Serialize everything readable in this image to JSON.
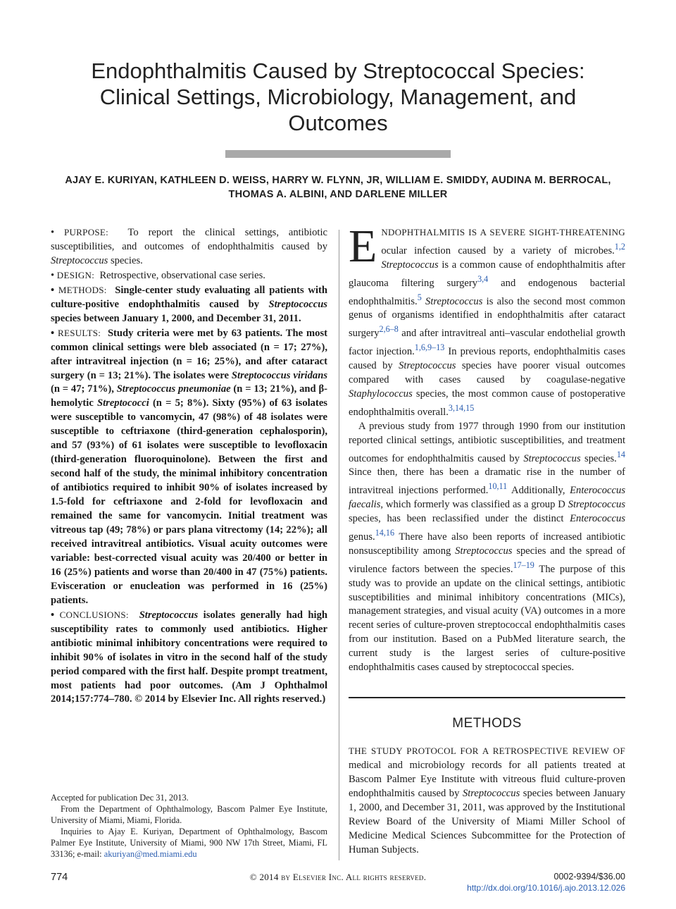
{
  "header": {
    "title_line1": "Endophthalmitis Caused by Streptococcal Species:",
    "title_line2": "Clinical Settings, Microbiology, Management, and",
    "title_line3": "Outcomes",
    "authors_line1": "AJAY E. KURIYAN, KATHLEEN D. WEISS, HARRY W. FLYNN, JR, WILLIAM E. SMIDDY, AUDINA M. BERROCAL,",
    "authors_line2": "THOMAS A. ALBINI, AND DARLENE MILLER"
  },
  "abstract": {
    "purpose_label": "PURPOSE:",
    "purpose_text_a": "To report the clinical settings, antibiotic susceptibilities, and outcomes of endophthalmitis caused by ",
    "purpose_italic": "Streptococcus",
    "purpose_text_b": " species.",
    "design_label": "DESIGN:",
    "design_text": "Retrospective, observational case series.",
    "methods_label": "METHODS:",
    "methods_text_a": "Single-center study evaluating all patients with culture-positive endophthalmitis caused by ",
    "methods_italic": "Streptococcus",
    "methods_text_b": " species between January 1, 2000, and December 31, 2011.",
    "results_label": "RESULTS:",
    "results_text_a": "Study criteria were met by 63 patients. The most common clinical settings were bleb associated (n = 17; 27%), after intravitreal injection (n = 16; 25%), and after cataract surgery (n = 13; 21%). The isolates were ",
    "results_italic_1": "Streptococcus viridans",
    "results_text_b": " (n = 47; 71%), ",
    "results_italic_2": "Streptococcus pneumoniae",
    "results_text_c": " (n = 13; 21%), and β-hemolytic ",
    "results_italic_3": "Streptococci",
    "results_text_d": " (n = 5; 8%). Sixty (95%) of 63 isolates were susceptible to vancomycin, 47 (98%) of 48 isolates were susceptible to ceftriaxone (third-generation cephalosporin), and 57 (93%) of 61 isolates were susceptible to levofloxacin (third-generation fluoroquinolone). Between the first and second half of the study, the minimal inhibitory concentration of antibiotics required to inhibit 90% of isolates increased by 1.5-fold for ceftriaxone and 2-fold for levofloxacin and remained the same for vancomycin. Initial treatment was vitreous tap (49; 78%) or pars plana vitrectomy (14; 22%); all received intravitreal antibiotics. Visual acuity outcomes were variable: best-corrected visual acuity was 20/400 or better in 16 (25%) patients and worse than 20/400 in 47 (75%) patients. Evisceration or enucleation was performed in 16 (25%) patients.",
    "conclusions_label": "CONCLUSIONS:",
    "conclusions_italic": "Streptococcus",
    "conclusions_text": " isolates generally had high susceptibility rates to commonly used antibiotics. Higher antibiotic minimal inhibitory concentrations were required to inhibit 90% of isolates in vitro in the second half of the study period compared with the first half. Despite prompt treatment, most patients had poor outcomes. (Am J Ophthalmol 2014;157:774–780. © 2014 by Elsevier Inc. All rights reserved.)"
  },
  "notes": {
    "accepted": "Accepted for publication Dec 31, 2013.",
    "affiliation": "From the Department of Ophthalmology, Bascom Palmer Eye Institute, University of Miami, Miami, Florida.",
    "inquiries": "Inquiries to Ajay E. Kuriyan, Department of Ophthalmology, Bascom Palmer Eye Institute, University of Miami, 900 NW 17th Street, Miami, FL 33136; e-mail: ",
    "email": "akuriyan@med.miami.edu"
  },
  "body": {
    "dropcap": "E",
    "intro_lead": "NDOPHTHALMITIS IS A SEVERE SIGHT-THREATENING",
    "p1_a": " ocular infection caused by a variety of microbes.",
    "p1_ref1": "1,2",
    "p1_italic1": "Streptococcus",
    "p1_b": " is a common cause of endophthalmitis after glaucoma filtering surgery",
    "p1_ref2": "3,4",
    "p1_c": " and endogenous bacterial endophthalmitis.",
    "p1_ref3": "5",
    "p1_italic2": "Streptococcus",
    "p1_d": " is also the second most common genus of organisms identified in endophthalmitis after cataract surgery",
    "p1_ref4": "2,6–8",
    "p1_e": " and after intravitreal anti–vascular endothelial growth factor injection.",
    "p1_ref5": "1,6,9–13",
    "p1_f": " In previous reports, endophthalmitis cases caused by ",
    "p1_italic3": "Streptococcus",
    "p1_g": " species have poorer visual outcomes compared with cases caused by coagulase-negative ",
    "p1_italic4": "Staphylococcus",
    "p1_h": " species, the most common cause of postoperative endophthalmitis overall.",
    "p1_ref6": "3,14,15",
    "p2_a": "A previous study from 1977 through 1990 from our institution reported clinical settings, antibiotic susceptibilities, and treatment outcomes for endophthalmitis caused by ",
    "p2_italic1": "Streptococcus",
    "p2_b": " species.",
    "p2_ref1": "14",
    "p2_c": " Since then, there has been a dramatic rise in the number of intravitreal injections performed.",
    "p2_ref2": "10,11",
    "p2_d": " Additionally, ",
    "p2_italic2": "Enterococcus faecalis",
    "p2_e": ", which formerly was classified as a group D ",
    "p2_italic3": "Streptococcus",
    "p2_f": " species, has been reclassified under the distinct ",
    "p2_italic4": "Enterococcus",
    "p2_g": " genus.",
    "p2_ref3": "14,16",
    "p2_h": " There have also been reports of increased antibiotic nonsusceptibility among ",
    "p2_italic5": "Streptococcus",
    "p2_i": " species and the spread of virulence factors between the species.",
    "p2_ref4": "17–19",
    "p2_j": " The purpose of this study was to provide an update on the clinical settings, antibiotic susceptibilities and minimal inhibitory concentrations (MICs), management strategies, and visual acuity (VA) outcomes in a more recent series of culture-proven streptococcal endophthalmitis cases from our institution. Based on a PubMed literature search, the current study is the largest series of culture-positive endophthalmitis cases caused by streptococcal species.",
    "methods_heading": "METHODS",
    "methods_lead": "THE STUDY PROTOCOL FOR A RETROSPECTIVE REVIEW OF",
    "methods_a": " medical and microbiology records for all patients treated at Bascom Palmer Eye Institute with vitreous fluid culture-proven endophthalmitis caused by ",
    "methods_italic": "Streptococcus",
    "methods_b": " species between January 1, 2000, and December 31, 2011, was approved by the Institutional Review Board of the University of Miami Miller School of Medicine Medical Sciences Subcommittee for the Protection of Human Subjects."
  },
  "footer": {
    "page_number": "774",
    "copyright": "© 2014 by Elsevier Inc. All rights reserved.",
    "issn": "0002-9394/$36.00",
    "doi": "http://dx.doi.org/10.1016/j.ajo.2013.12.026"
  },
  "colors": {
    "link": "#2a5db0",
    "title_bar": "#a9a9a9"
  }
}
